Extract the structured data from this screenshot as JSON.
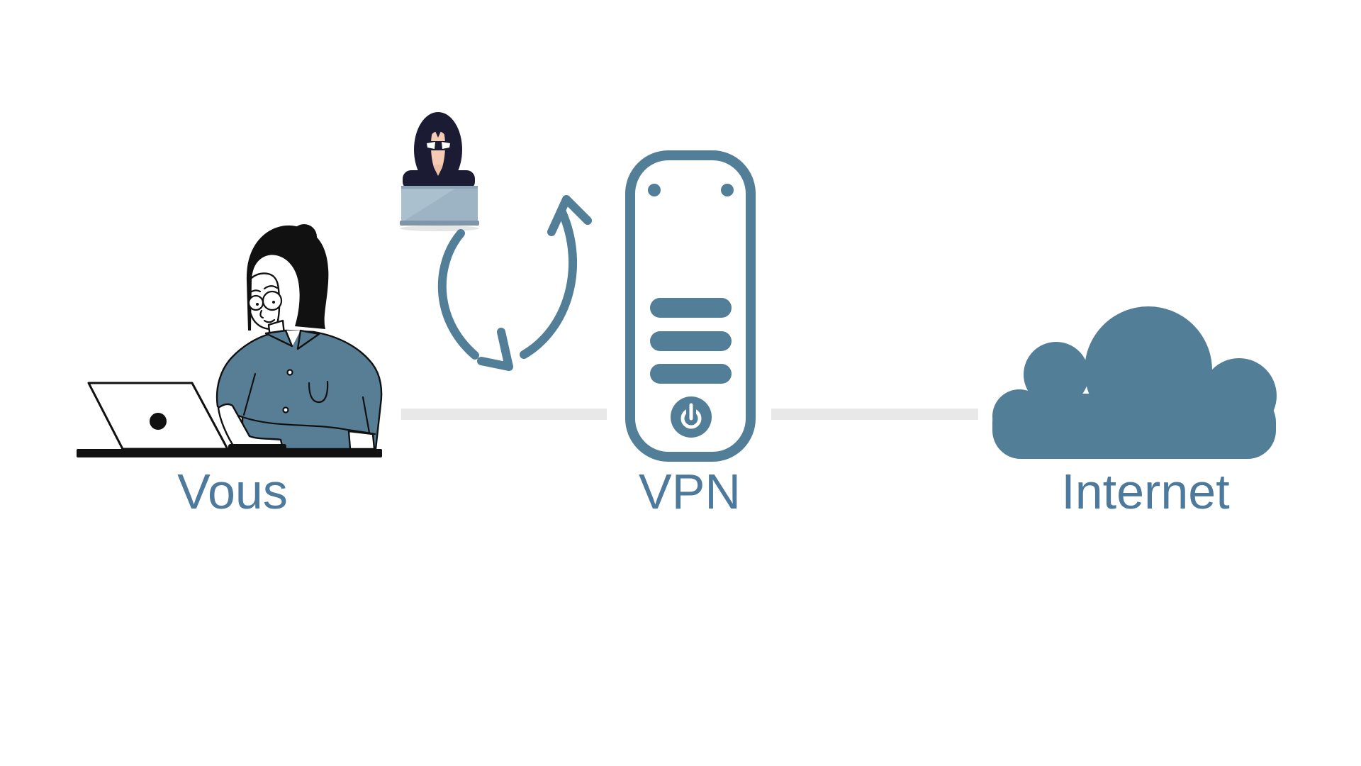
{
  "diagram": {
    "description": "VPN concept diagram: user connects through a VPN server to the Internet while a hacker intercepts traffic before the VPN",
    "nodes": [
      {
        "id": "user",
        "label": "Vous",
        "icon": "woman-at-laptop-icon"
      },
      {
        "id": "vpn",
        "label": "VPN",
        "icon": "server-tower-icon"
      },
      {
        "id": "internet",
        "label": "Internet",
        "icon": "cloud-icon"
      }
    ],
    "threat": {
      "id": "hacker",
      "icon": "hacker-at-laptop-icon",
      "arrows_icon": "cycle-arrows-icon"
    },
    "connections": [
      {
        "from": "user",
        "to": "vpn"
      },
      {
        "from": "vpn",
        "to": "internet"
      }
    ]
  },
  "colors": {
    "accent": "#527e98",
    "text-blue": "#4d7a9c",
    "shirt-blue": "#587e95",
    "connector-gray": "#e8e8e8",
    "hood-navy": "#1b1b33",
    "skin": "#f5ccb3",
    "background": "#ffffff"
  }
}
